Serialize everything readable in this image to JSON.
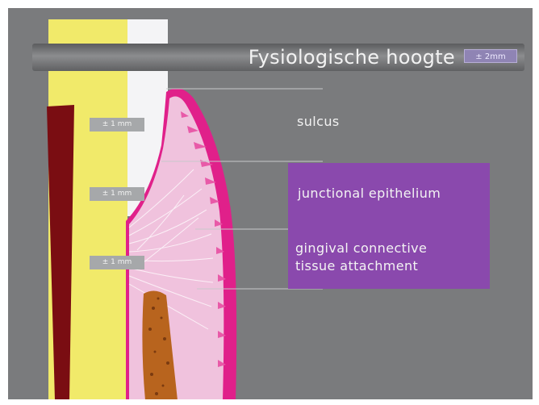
{
  "slide": {
    "title": "Fysiologische hoogte",
    "title_badge": "± 2mm",
    "measurements": [
      "± 1 mm",
      "± 1 mm",
      "± 1 mm"
    ],
    "labels": {
      "sulcus": "sulcus",
      "junctional_epithelium": "junctional epithelium",
      "gingival_line1": "gingival connective",
      "gingival_line2": "tissue attachment"
    }
  },
  "colors": {
    "background": "#7a7b7d",
    "tooth_enamel": "#f1ea6a",
    "pulp": "#7a0d12",
    "gingiva_pink": "#f0c2dd",
    "epithelium_magenta": "#e0208a",
    "bone": "#b8641e",
    "purple_box": "#8a49ad"
  }
}
